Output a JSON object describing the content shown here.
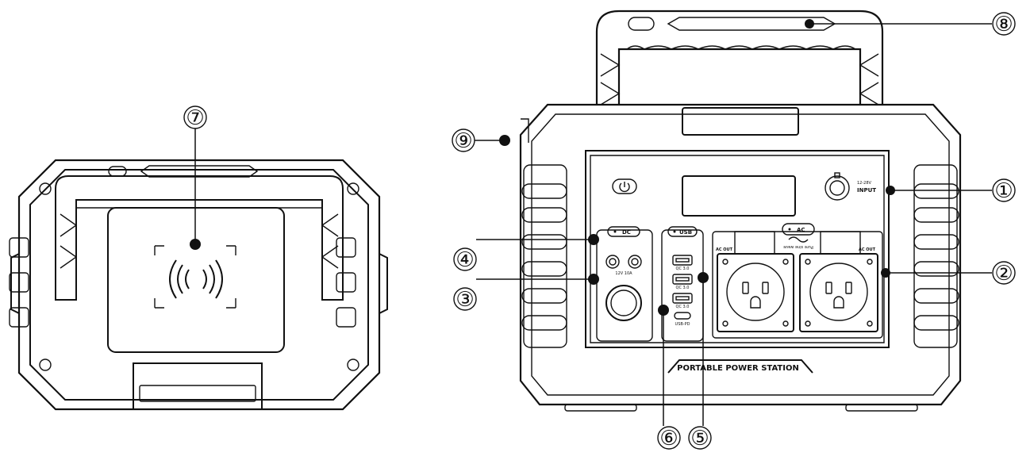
{
  "callouts": {
    "c1": "①",
    "c2": "②",
    "c3": "③",
    "c4": "④",
    "c5": "⑤",
    "c6": "⑥",
    "c7": "⑦",
    "c8": "⑧",
    "c9": "⑨"
  },
  "labels": {
    "dc": "DC",
    "usb": "USB",
    "ac": "AC",
    "input_volts": "12-28V",
    "input": "INPUT",
    "dc_rating": "12V 10A",
    "ac_out_left": "AC OUT",
    "ac_out_right": "AC OUT",
    "qc1": "QC 3.0",
    "qc2": "QC 3.0",
    "qc3": "QC 3.0",
    "usb_pd": "USB-PD",
    "pure_sine": "Pure sine wave",
    "brand": "PORTABLE POWER STATION"
  },
  "colors": {
    "line": "#111111",
    "background": "#ffffff"
  }
}
